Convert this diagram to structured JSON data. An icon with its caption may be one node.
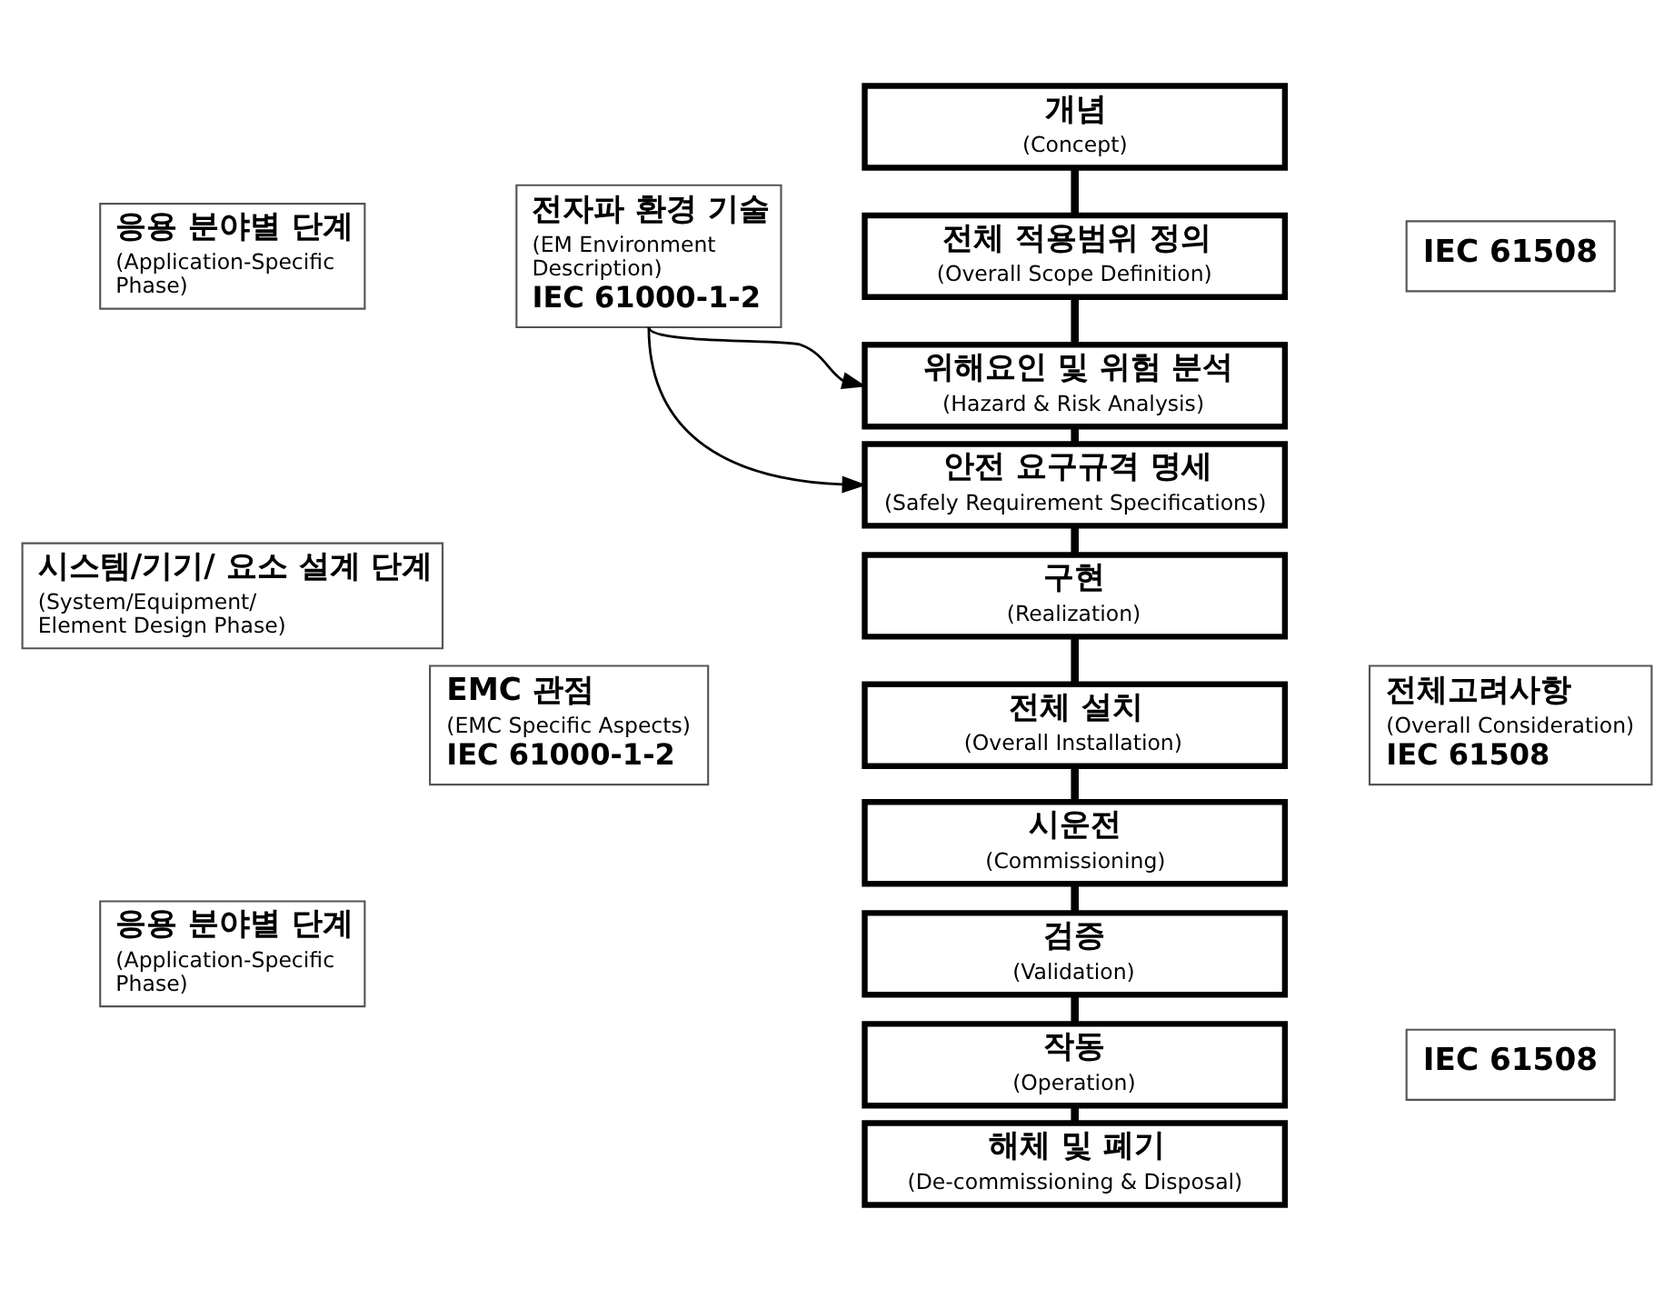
{
  "diagram": {
    "nodes": [
      {
        "text": [
          "응용 분야별 단계",
          "(Application-Specific Phase)"
        ]
      },
      {
        "text": [
          "시스템/기기/ 요소 설계 단계",
          "(System/Equipment/ Element Design Phase)"
        ]
      },
      {
        "text": [
          "응용 분야별 단계",
          "(Application-Specific Phase)"
        ]
      },
      {
        "text": [
          "전자파 환경 기술",
          "(EM Environment Description)",
          "IEC 61000-1-2"
        ]
      },
      {
        "text": [
          "EMC 관점",
          "(EMC Specific Aspects)",
          "IEC 61000-1-2"
        ]
      },
      {
        "text": [
          "개념",
          "(Concept)"
        ]
      },
      {
        "text": [
          "전체 적용범위 정의",
          "(Overall Scope Definition)"
        ]
      },
      {
        "text": [
          "위해요인 및 위험 분석",
          "(Hazard & Risk Analysis)"
        ]
      },
      {
        "text": [
          "안전 요구규격 명세",
          "(Safely Requirement Specifications)"
        ]
      },
      {
        "text": [
          "구현",
          "(Realization)"
        ]
      },
      {
        "text": [
          "전체 설치",
          "(Overall Installation)"
        ]
      },
      {
        "text": [
          "시운전",
          "(Commissioning)"
        ]
      },
      {
        "text": [
          "검증",
          "(Validation)"
        ]
      },
      {
        "text": [
          "작동",
          "(Operation)"
        ]
      },
      {
        "text": [
          "해체 및 폐기",
          "(De-commissioning & Disposal)"
        ]
      },
      {
        "text": [
          "IEC 61508"
        ]
      },
      {
        "text": [
          "전체고려사항",
          "(Overall Consideration)",
          "IEC 61508"
        ]
      },
      {
        "text": [
          "IEC 61508"
        ]
      }
    ],
    "edges": [
      {
        "from": 3,
        "to": 7,
        "arrow": "to"
      },
      {
        "from": 3,
        "to": 8,
        "arrow": "to"
      },
      {
        "from": 5,
        "to": 6,
        "arrow": "none"
      },
      {
        "from": 6,
        "to": 7,
        "arrow": "none"
      },
      {
        "from": 7,
        "to": 8,
        "arrow": "none"
      },
      {
        "from": 8,
        "to": 9,
        "arrow": "none"
      },
      {
        "from": 9,
        "to": 10,
        "arrow": "none"
      },
      {
        "from": 10,
        "to": 11,
        "arrow": "none"
      },
      {
        "from": 11,
        "to": 12,
        "arrow": "none"
      },
      {
        "from": 12,
        "to": 13,
        "arrow": "none"
      },
      {
        "from": 13,
        "to": 14,
        "arrow": "none"
      }
    ]
  }
}
